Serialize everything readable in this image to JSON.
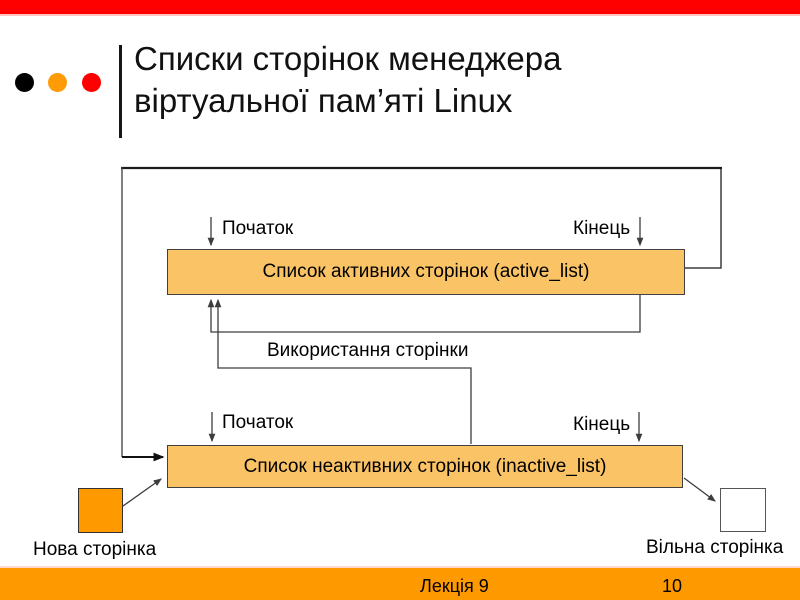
{
  "slide": {
    "title": {
      "line1": "Списки сторінок менеджера",
      "line2": "віртуальної пам’яті Linux"
    },
    "footer": {
      "lecture_label": "Лекція 9",
      "page_number": "10"
    }
  },
  "diagram": {
    "active_list_label": "Список активних сторінок (active_list)",
    "inactive_list_label": "Список неактивних сторінок (inactive_list)",
    "start_label_top": "Початок",
    "end_label_top": "Кінець",
    "start_label_bottom": "Початок",
    "end_label_bottom": "Кінець",
    "page_usage_label": "Використання сторінки",
    "new_page_label": "Нова сторінка",
    "free_page_label": "Вільна сторінка"
  },
  "colors": {
    "top_bar_red": "#FE0000",
    "footer_bar_orange": "#FF9900",
    "list_box_fill": "#FAC365",
    "new_page_square_fill": "#FF9900",
    "free_page_square_fill": "#FFFFFF",
    "connector_line": "#3D3D3D",
    "dot_black": "#000000",
    "dot_orange": "#FF9B06",
    "dot_red": "#FF0000"
  }
}
